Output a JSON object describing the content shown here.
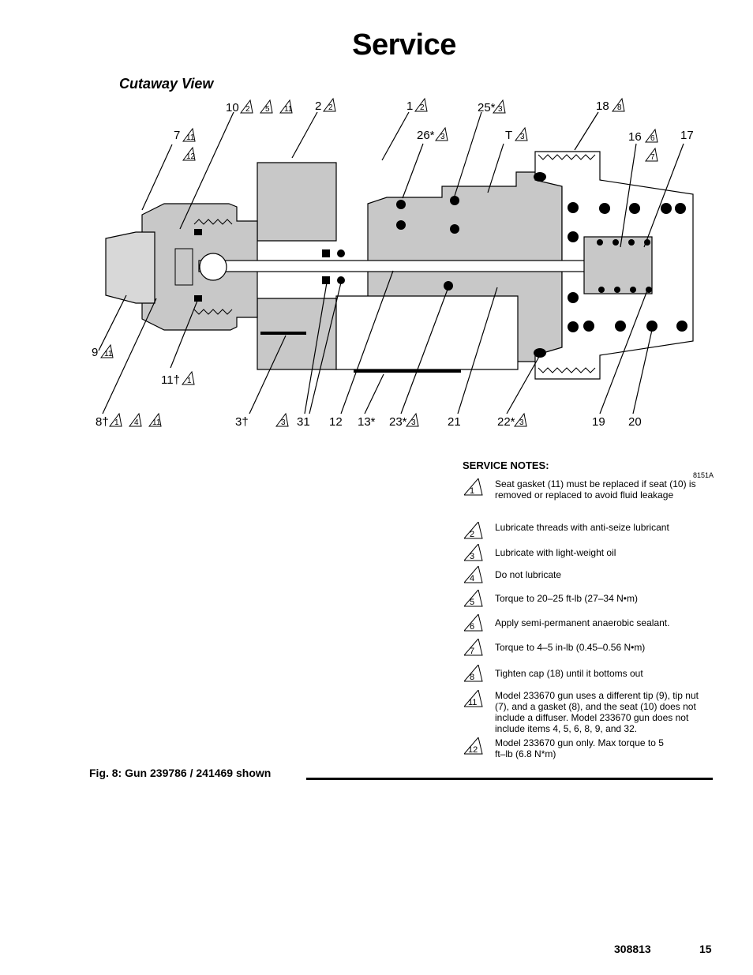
{
  "page": {
    "title": "Service",
    "section_heading": "Cutaway View",
    "doc_number": "308813",
    "page_number": "15"
  },
  "callouts": {
    "c10": "10",
    "c2": "2",
    "c1": "1",
    "c25": "25*",
    "c18": "18",
    "c7": "7",
    "c26": "26*",
    "cT": "T",
    "c16": "16",
    "c17": "17",
    "c9": "9",
    "c11": "11†",
    "c8": "8†",
    "c3": "3†",
    "c31": "31",
    "c12": "12",
    "c13": "13*",
    "c23": "23*",
    "c21": "21",
    "c22": "22*",
    "c19": "19",
    "c20": "20"
  },
  "note_refs": {
    "r10a": "2",
    "r10b": "5",
    "r10c": "11",
    "r2": "2",
    "r1": "2",
    "r25": "3",
    "r18": "8",
    "r7a": "11",
    "r7b": "12",
    "r26": "3",
    "rT": "3",
    "r16a": "6",
    "r16b": "7",
    "r9": "11",
    "r11": "1",
    "r8a": "1",
    "r8b": "4",
    "r8c": "11",
    "r31": "3",
    "r23": "3",
    "r22": "3"
  },
  "service_notes": {
    "heading": "SERVICE NOTES:",
    "figure_ref": "8151A",
    "items": [
      {
        "num": "1",
        "text": "Seat gasket (11) must be replaced if seat (10) is removed or replaced to avoid fluid leakage"
      },
      {
        "num": "2",
        "text": "Lubricate threads with anti-seize lubricant"
      },
      {
        "num": "3",
        "text": "Lubricate with light-weight oil"
      },
      {
        "num": "4",
        "text": "Do not lubricate"
      },
      {
        "num": "5",
        "text": "Torque to 20–25 ft-lb (27–34 N•m)"
      },
      {
        "num": "6",
        "text": "Apply semi-permanent anaerobic sealant."
      },
      {
        "num": "7",
        "text": "Torque to 4–5 in-lb (0.45–0.56 N•m)"
      },
      {
        "num": "8",
        "text": "Tighten cap (18) until it bottoms out"
      },
      {
        "num": "11",
        "text": "Model 233670 gun uses a different tip (9), tip nut (7), and a gasket (8), and the seat (10) does not include a diffuser.  Model 233670 gun does not include items 4, 5, 6, 8, 9, and 32."
      },
      {
        "num": "12",
        "text": "Model 233670 gun only. Max torque to 5 ft–lb (6.8 N*m)"
      }
    ]
  },
  "figure": {
    "caption": "Fig. 8: Gun 239786 / 241469 shown"
  }
}
